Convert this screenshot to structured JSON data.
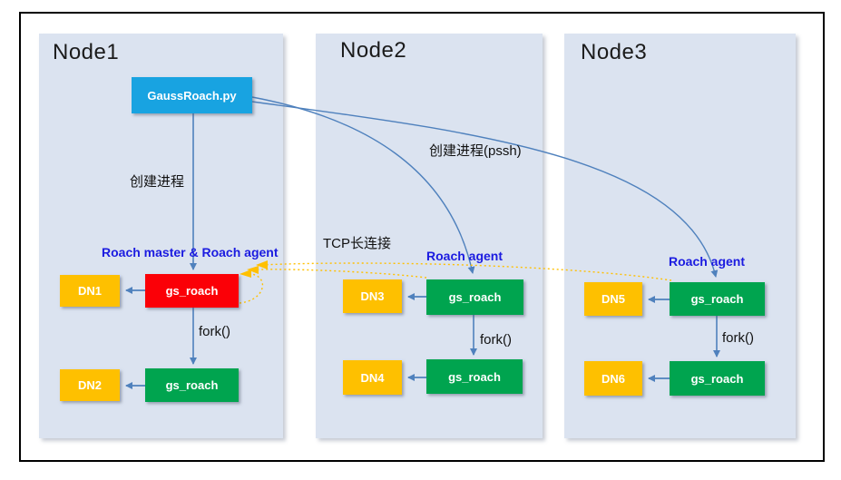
{
  "colors": {
    "panel": "#dbe3f0",
    "box-blue": "#18a3e1",
    "box-red": "#fb0007",
    "box-green": "#00a44f",
    "box-orange": "#fec000",
    "line-blue": "#4f81bd",
    "line-yellow": "#ffc000",
    "label-blue": "#1b1be0",
    "border": "#000000"
  },
  "nodes": [
    {
      "title": "Node1",
      "script_box": "GaussRoach.py",
      "create_label": "创建进程",
      "role_label": "Roach master & Roach agent",
      "master_box": "gs_roach",
      "fork_label": "fork()",
      "child_box": "gs_roach",
      "dn_top": "DN1",
      "dn_bottom": "DN2"
    },
    {
      "title": "Node2",
      "tcp_label": "TCP长连接",
      "role_label": "Roach agent",
      "agent_box": "gs_roach",
      "fork_label": "fork()",
      "child_box": "gs_roach",
      "dn_top": "DN3",
      "dn_bottom": "DN4"
    },
    {
      "title": "Node3",
      "role_label": "Roach agent",
      "agent_box": "gs_roach",
      "fork_label": "fork()",
      "child_box": "gs_roach",
      "dn_top": "DN5",
      "dn_bottom": "DN6"
    }
  ],
  "edge_labels": {
    "create_pssh": "创建进程(pssh)"
  }
}
